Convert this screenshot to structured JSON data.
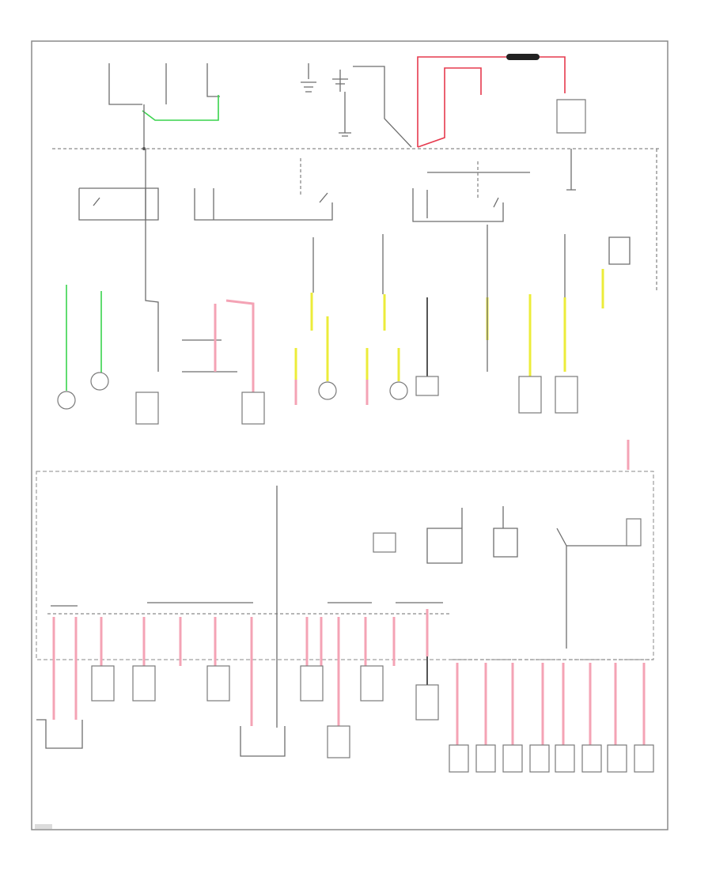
{
  "page_label": "",
  "colors": {
    "frame": "#8a8a8a",
    "wire": "#6e6e6e",
    "pink": "#f4a3b5",
    "red": "#e63a4e",
    "green": "#39d34d",
    "yellow": "#ecec3a",
    "fuse": "#222222"
  },
  "buses": {
    "top": "splice-bus-top",
    "middle": "splice-bus-middle",
    "bottom": "splice-bus-injectors"
  },
  "components": {
    "battery": "battery-icon",
    "fusible_link": "fusible-link-icon",
    "generator": "generator-icon",
    "horns": "horn-icon",
    "headlamps": "lamp-icon",
    "relays": "relay-icon",
    "injectors": "injector-icon"
  },
  "injector_count": 8
}
